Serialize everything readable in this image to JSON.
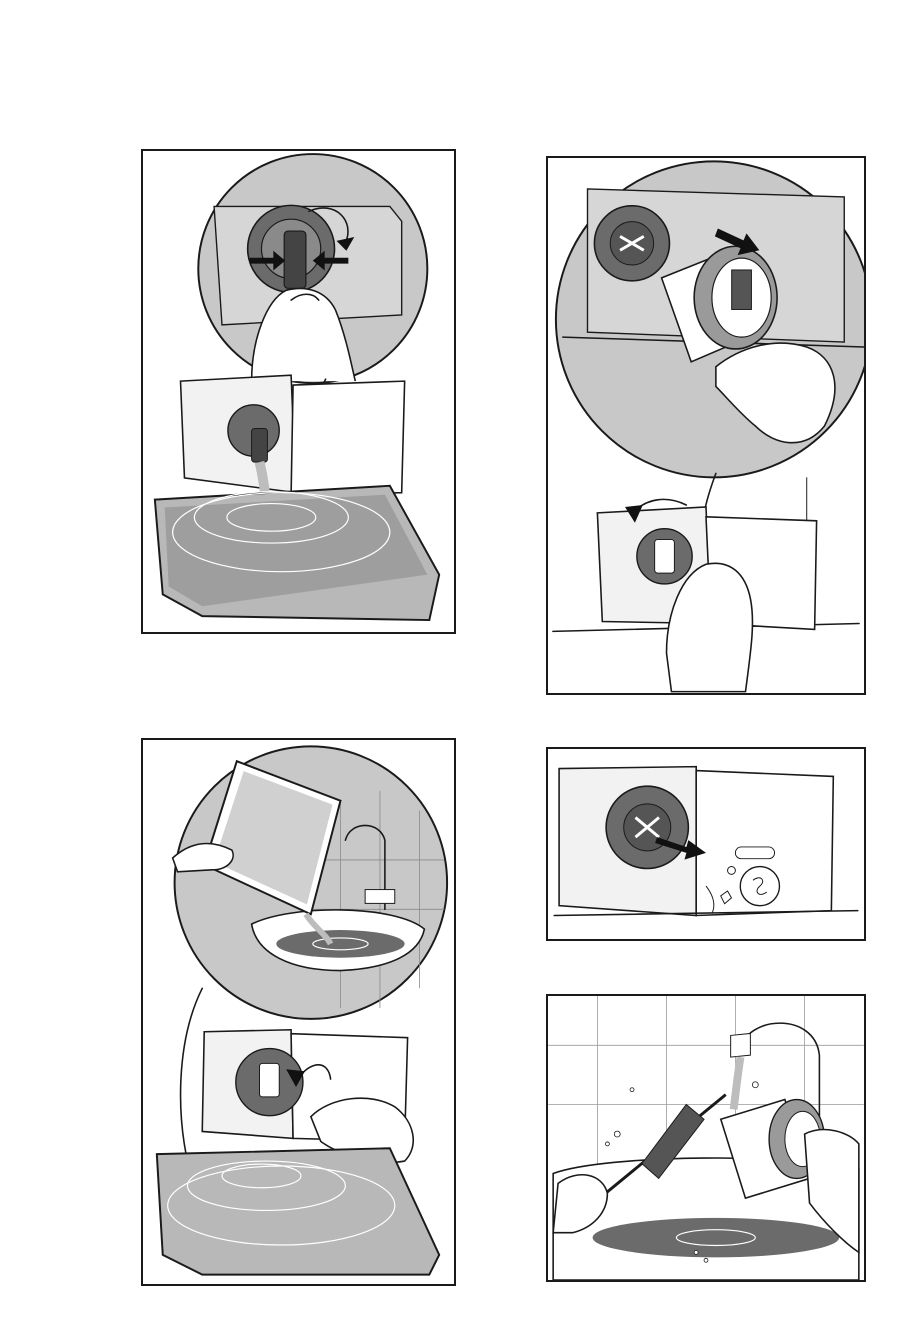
{
  "page": {
    "background": "#ffffff",
    "frame_color": "#1a1a1a",
    "panels": [
      {
        "id": "drain-emergency-hose",
        "icons": [
          "pump-cap-icon",
          "squeeze-arrows-icon",
          "rotate-arrow-icon",
          "water-tray-icon"
        ]
      },
      {
        "id": "remove-pump-filter",
        "icons": [
          "filter-icon",
          "pull-arrow-icon",
          "rotate-left-arrow-icon"
        ]
      },
      {
        "id": "empty-tray-into-sink",
        "icons": [
          "tray-icon",
          "sink-icon",
          "faucet-icon",
          "close-cap-arrow-icon"
        ]
      },
      {
        "id": "clean-pump-housing",
        "icons": [
          "filter-housing-icon",
          "remove-debris-arrow-icon",
          "coin-icon",
          "hairpin-icon"
        ]
      },
      {
        "id": "rinse-filter-with-brush",
        "icons": [
          "brush-icon",
          "faucet-icon",
          "filter-icon",
          "sink-icon"
        ]
      }
    ]
  }
}
